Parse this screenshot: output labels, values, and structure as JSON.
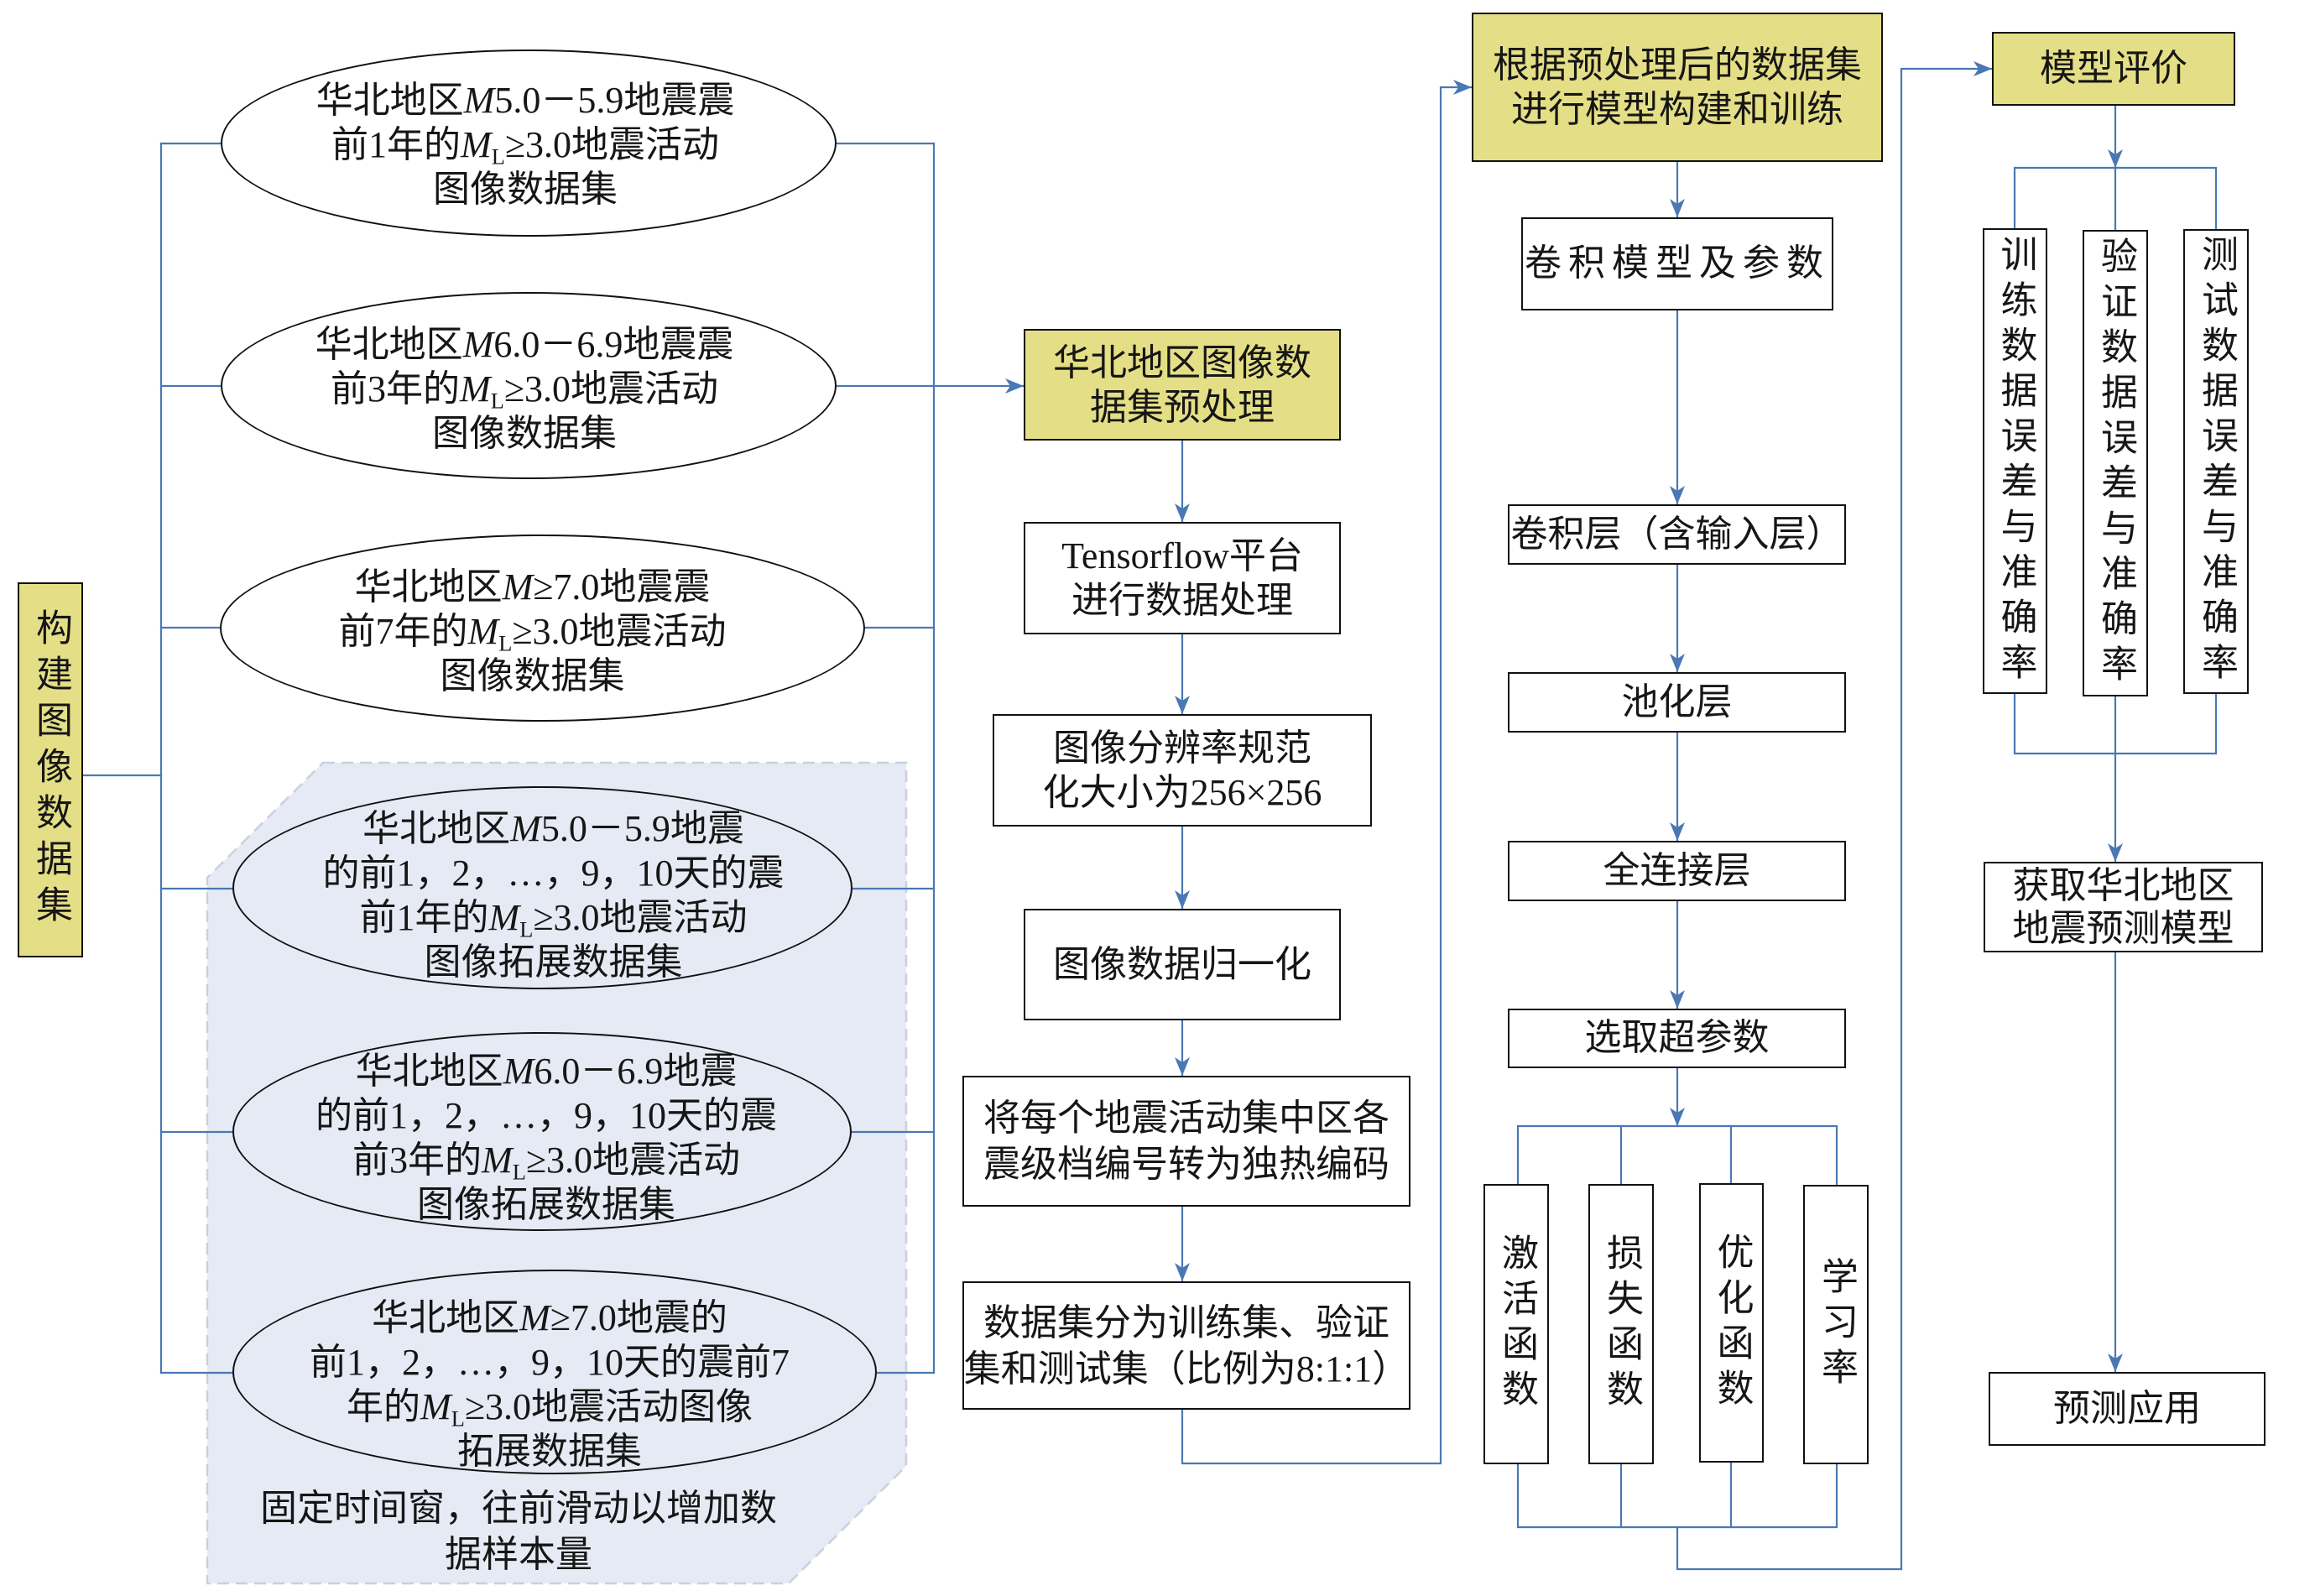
{
  "colors": {
    "highlight_fill": "#e4df86",
    "connector": "#4a78b4",
    "augmented_region_fill": "#e6eaf4",
    "augmented_region_border": "#c9d0de",
    "box_border": "#111111",
    "text": "#161616"
  },
  "build_dataset": {
    "root_label": "构建图像数据集",
    "base_datasets": [
      {
        "lines": [
          [
            {
              "t": "华北地区"
            },
            {
              "t": "M",
              "style": "italic"
            },
            {
              "t": "5.0－5.9地震震"
            }
          ],
          [
            {
              "t": "前1年的"
            },
            {
              "t": "M",
              "style": "italic"
            },
            {
              "t": "L",
              "style": "subscript"
            },
            {
              "t": "≥3.0地震活动"
            }
          ],
          "图像数据集"
        ]
      },
      {
        "lines": [
          [
            {
              "t": "华北地区"
            },
            {
              "t": "M",
              "style": "italic"
            },
            {
              "t": "6.0－6.9地震震"
            }
          ],
          [
            {
              "t": "前3年的"
            },
            {
              "t": "M",
              "style": "italic"
            },
            {
              "t": "L",
              "style": "subscript"
            },
            {
              "t": "≥3.0地震活动"
            }
          ],
          "图像数据集"
        ]
      },
      {
        "lines": [
          [
            {
              "t": "华北地区"
            },
            {
              "t": "M",
              "style": "italic"
            },
            {
              "t": "≥7.0地震震"
            }
          ],
          [
            {
              "t": "前7年的"
            },
            {
              "t": "M",
              "style": "italic"
            },
            {
              "t": "L",
              "style": "subscript"
            },
            {
              "t": "≥3.0地震活动"
            }
          ],
          "图像数据集"
        ]
      }
    ],
    "augmented_datasets": [
      {
        "lines": [
          [
            {
              "t": "华北地区"
            },
            {
              "t": "M",
              "style": "italic"
            },
            {
              "t": "5.0－5.9地震"
            }
          ],
          "的前1，2，…，9，10天的震",
          [
            {
              "t": "前1年的"
            },
            {
              "t": "M",
              "style": "italic"
            },
            {
              "t": "L",
              "style": "subscript"
            },
            {
              "t": "≥3.0地震活动"
            }
          ],
          "图像拓展数据集"
        ]
      },
      {
        "lines": [
          [
            {
              "t": "华北地区"
            },
            {
              "t": "M",
              "style": "italic"
            },
            {
              "t": "6.0－6.9地震"
            }
          ],
          "的前1，2，…，9，10天的震",
          [
            {
              "t": "前3年的"
            },
            {
              "t": "M",
              "style": "italic"
            },
            {
              "t": "L",
              "style": "subscript"
            },
            {
              "t": "≥3.0地震活动"
            }
          ],
          "图像拓展数据集"
        ]
      },
      {
        "lines": [
          [
            {
              "t": "华北地区"
            },
            {
              "t": "M",
              "style": "italic"
            },
            {
              "t": "≥7.0地震的"
            }
          ],
          "前1，2，…，9，10天的震前7",
          [
            {
              "t": "年的"
            },
            {
              "t": "M",
              "style": "italic"
            },
            {
              "t": "L",
              "style": "subscript"
            },
            {
              "t": "≥3.0地震活动图像"
            }
          ],
          "拓展数据集"
        ]
      }
    ],
    "sliding_window_note": [
      "固定时间窗，往前滑动以增加数",
      "据样本量"
    ]
  },
  "preprocessing": {
    "title_lines": [
      "华北地区图像数",
      "据集预处理"
    ],
    "steps": [
      {
        "lines": [
          "Tensorflow平台",
          "进行数据处理"
        ]
      },
      {
        "lines": [
          "图像分辨率规范",
          "化大小为256×256"
        ]
      },
      {
        "lines": [
          "图像数据归一化"
        ]
      },
      {
        "lines": [
          "将每个地震活动集中区各",
          "震级档编号转为独热编码"
        ]
      },
      {
        "lines": [
          "数据集分为训练集、验证",
          "集和测试集（比例为8:1:1）"
        ]
      }
    ]
  },
  "model_training": {
    "title_lines": [
      "根据预处理后的数据集",
      "进行模型构建和训练"
    ],
    "steps": [
      "卷积模型及参数",
      "卷积层（含输入层）",
      "池化层",
      "全连接层",
      "选取超参数"
    ],
    "hyperparameters": [
      "激活函数",
      "损失函数",
      "优化函数",
      "学习率"
    ]
  },
  "model_evaluation": {
    "title": "模型评价",
    "metrics": [
      "训练数据误差与准确率",
      "验证数据误差与准确率",
      "测试数据误差与准确率"
    ],
    "result_lines": [
      "获取华北地区",
      "地震预测模型"
    ],
    "application": "预测应用"
  }
}
